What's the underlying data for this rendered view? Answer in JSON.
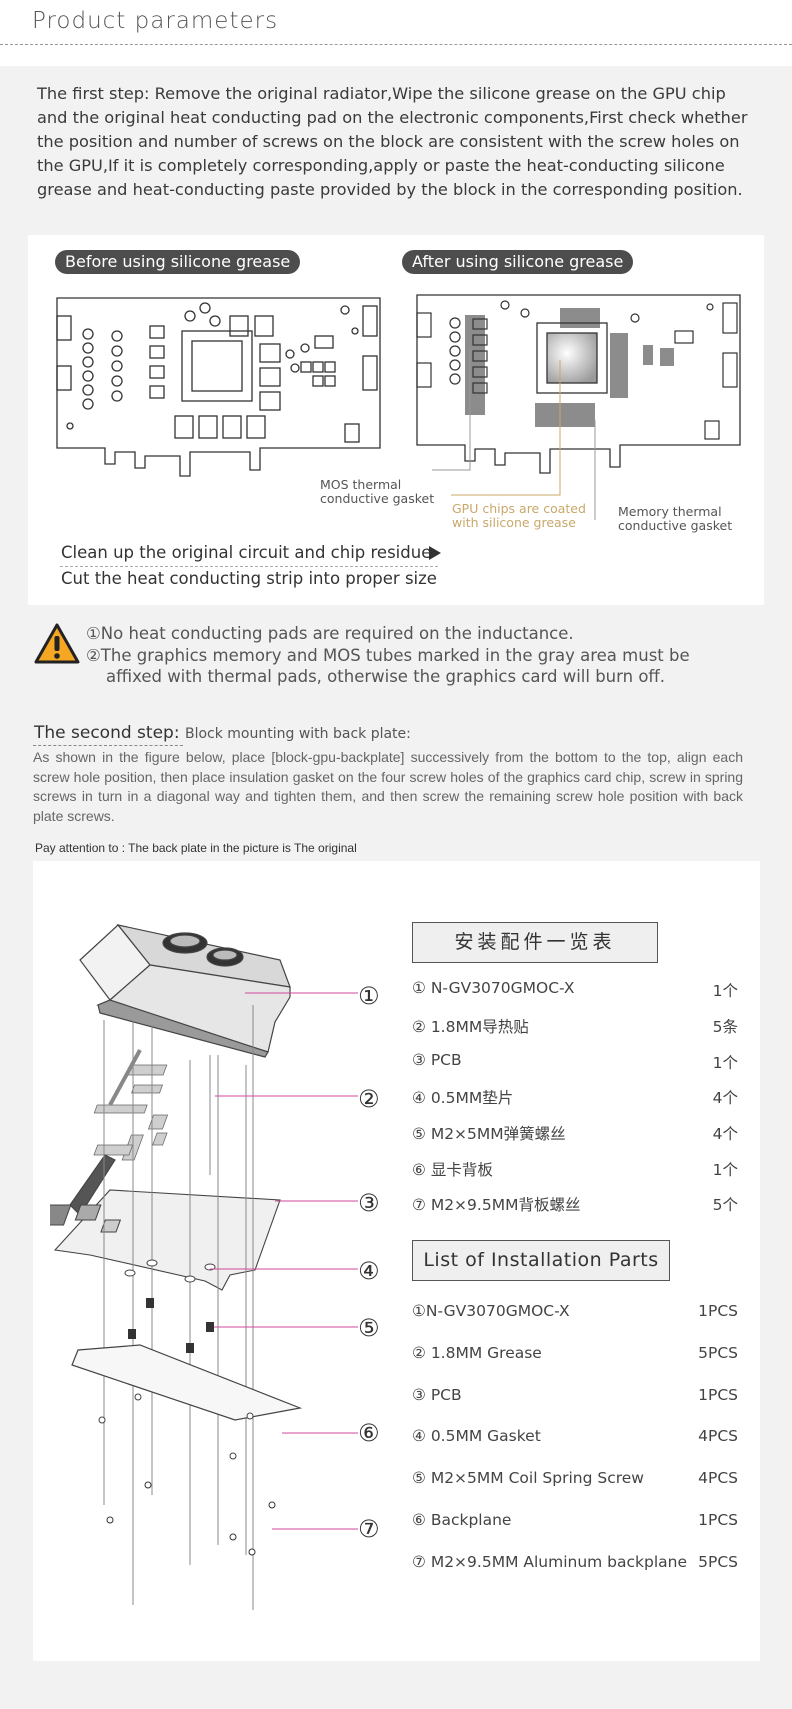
{
  "header": {
    "title": "Product parameters"
  },
  "intro": {
    "text": "The first step: Remove the original radiator,Wipe the silicone grease on the GPU chip and the original heat conducting pad on the electronic components,First check whether the position and number of screws on the block are consistent with the screw holes on the GPU,If it is completely corresponding,apply or paste the heat-conducting silicone grease and heat-conducting paste provided by the block in the corresponding position."
  },
  "comparison": {
    "before_label": "Before using silicone grease",
    "after_label": "After using silicone grease",
    "callout_mos": [
      "MOS thermal",
      "conductive gasket"
    ],
    "callout_gpu": [
      "GPU chips are coated",
      "with silicone grease"
    ],
    "callout_memory": [
      "Memory thermal",
      "conductive gasket"
    ],
    "step_clean": "Clean up the original circuit and chip residue",
    "step_cut": "Cut the heat conducting strip into proper size",
    "colors": {
      "highlight": "#c9a86a",
      "pill": "#4d4d4d",
      "gray_area": "#8c8c8c"
    }
  },
  "warning": {
    "icon": "warning-triangle-icon",
    "line1": "①No heat conducting pads are required on the inductance.",
    "line2": "②The graphics memory and MOS tubes marked in the gray area must be",
    "line3": "affixed with thermal pads, otherwise the graphics card will burn off.",
    "colors": {
      "fill": "#f5a623"
    }
  },
  "second_step": {
    "title": "The second step:",
    "subtitle": "Block mounting with back plate:",
    "body": "As shown in the figure below, place [block-gpu-backplate] successively from the bottom to the top, align each screw hole position, then place insulation gasket on the four screw holes of the graphics card chip, screw in spring screws in turn in a diagonal way and tighten them, and then screw the remaining screw hole position with back plate screws.",
    "note": "Pay attention to : The back plate in the picture is The original"
  },
  "diagram": {
    "markers": [
      "①",
      "②",
      "③",
      "④",
      "⑤",
      "⑥",
      "⑦"
    ],
    "colors": {
      "leader": "#d04a9a"
    }
  },
  "parts_cn": {
    "title": "安装配件一览表",
    "rows": [
      {
        "label": "① N-GV3070GMOC-X",
        "qty": "1个"
      },
      {
        "label": "② 1.8MM导热贴",
        "qty": "5条"
      },
      {
        "label": "③ PCB",
        "qty": "1个"
      },
      {
        "label": "④ 0.5MM垫片",
        "qty": "4个"
      },
      {
        "label": "⑤ M2×5MM弹簧螺丝",
        "qty": "4个"
      },
      {
        "label": "⑥ 显卡背板",
        "qty": "1个"
      },
      {
        "label": "⑦  M2×9.5MM背板螺丝",
        "qty": "5个"
      }
    ]
  },
  "parts_en": {
    "title": "List of Installation Parts",
    "rows": [
      {
        "label": "①N-GV3070GMOC-X",
        "qty": "1PCS"
      },
      {
        "label": "② 1.8MM  Grease",
        "qty": "5PCS"
      },
      {
        "label": "③ PCB",
        "qty": "1PCS"
      },
      {
        "label": "④ 0.5MM  Gasket",
        "qty": "4PCS"
      },
      {
        "label": "⑤ M2×5MM  Coil  Spring  Screw",
        "qty": "4PCS"
      },
      {
        "label": "⑥  Backplane",
        "qty": "1PCS"
      },
      {
        "label": "⑦ M2×9.5MM Aluminum backplane",
        "qty": "5PCS"
      }
    ]
  }
}
